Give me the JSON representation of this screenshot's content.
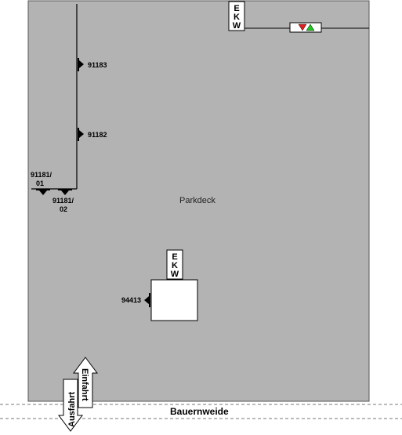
{
  "area": {
    "name": "Parkdeck"
  },
  "street": {
    "name": "Bauernweide"
  },
  "ekw_label": [
    "E",
    "K",
    "W"
  ],
  "detectors": {
    "d1": "91183",
    "d2": "91182",
    "d3a": "91181/",
    "d3b": "01",
    "d4a": "91181/",
    "d4b": "02",
    "d5": "94413"
  },
  "entry_exit": {
    "entry": "Einfahrt",
    "exit": "Ausfahrt"
  },
  "colors": {
    "parking_fill": "#b3b3b3",
    "signal_red": "#e02020",
    "signal_green": "#22c622"
  }
}
